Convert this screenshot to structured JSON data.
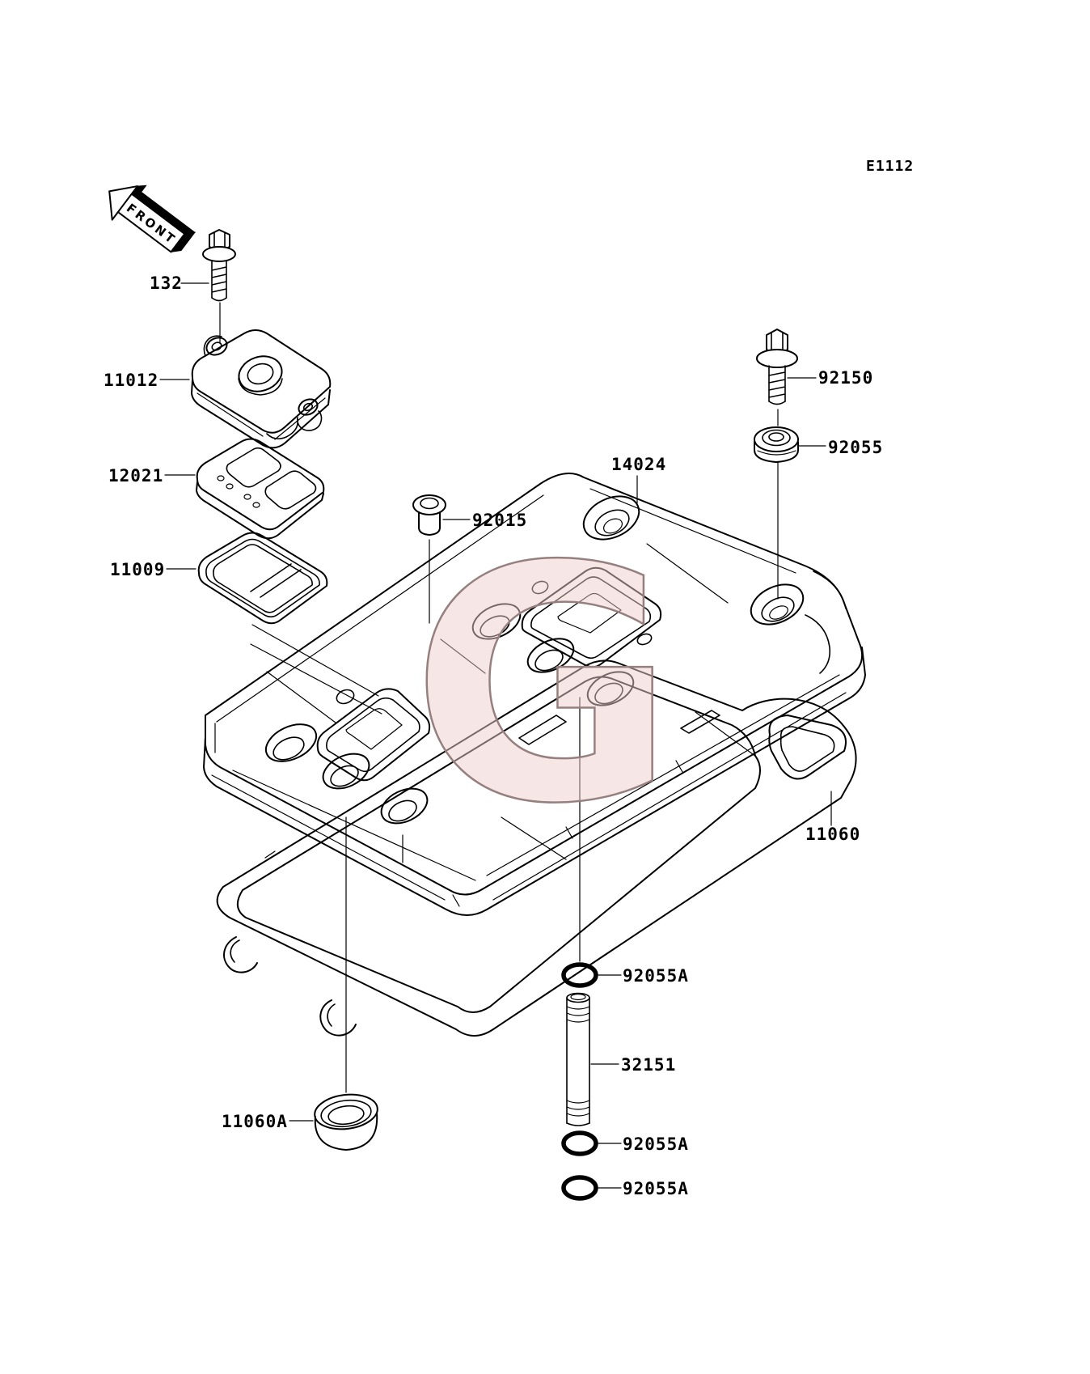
{
  "diagram": {
    "ref_code": "E1112",
    "front_label": "FRONT",
    "watermark": {
      "letter": "G",
      "fill": "rgba(240,205,205,0.5)",
      "stroke": "#96807f"
    },
    "colors": {
      "line": "#000000",
      "background": "#ffffff"
    },
    "labels": {
      "l132": "132",
      "l11012": "11012",
      "l12021": "12021",
      "l11009": "11009",
      "l92015": "92015",
      "l14024": "14024",
      "l92150": "92150",
      "l92055": "92055",
      "l11060": "11060",
      "l92055a_1": "92055A",
      "l32151": "32151",
      "l92055a_2": "92055A",
      "l11060a": "11060A",
      "l92055a_3": "92055A"
    }
  }
}
